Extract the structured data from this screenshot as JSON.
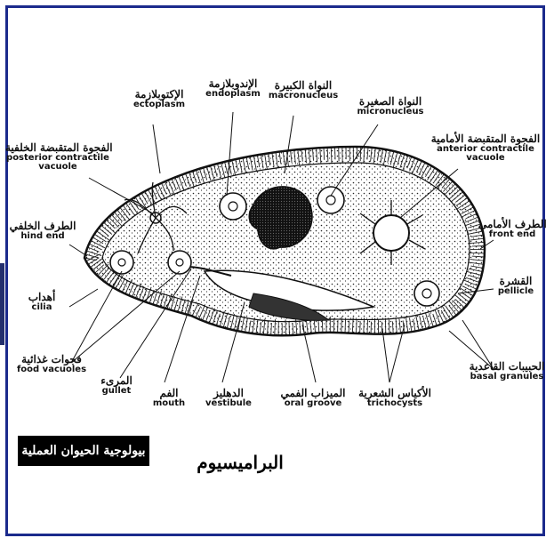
{
  "caption": "بيولوجية الحيوان العملية",
  "title": "البراميسيوم",
  "labels": {
    "ectoplasm": {
      "ar": "الإكتوبلازمة",
      "en": "ectoplasm"
    },
    "endoplasm": {
      "ar": "الإندوبلازمة",
      "en": "endoplasm"
    },
    "macronucleus": {
      "ar": "النواة الكبيرة",
      "en": "macronucleus"
    },
    "micronucleus": {
      "ar": "النواة الصغيرة",
      "en": "micronucleus"
    },
    "anterior_vacuole": {
      "ar": "الفجوة المتقبضة الأمامية",
      "en1": "anterior contractile",
      "en2": "vacuole"
    },
    "posterior_vacuole": {
      "ar": "الفجوة المتقبضة الخلفية",
      "en1": "posterior contractile",
      "en2": "vacuole"
    },
    "hind_end": {
      "ar": "الطرف الخلفي",
      "en": "hind end"
    },
    "front_end": {
      "ar": "الطرف الأمامي",
      "en": "front end"
    },
    "cilia": {
      "ar": "أهداب",
      "en": "cilia"
    },
    "pellicle": {
      "ar": "القشرة",
      "en": "pellicle"
    },
    "food_vacuoles": {
      "ar": "فجوات غذائية",
      "en": "food vacuoles"
    },
    "basal_granules": {
      "ar": "الحبيبات القاعدية",
      "en": "basal granules"
    },
    "gullet": {
      "ar": "المرىء",
      "en": "gullet"
    },
    "mouth": {
      "ar": "الفم",
      "en": "mouth"
    },
    "vestibule": {
      "ar": "الدهليز",
      "en": "vestibule"
    },
    "oral_groove": {
      "ar": "الميزاب الفمي",
      "en": "oral groove"
    },
    "trichocysts": {
      "ar": "الأكياس الشعرية",
      "en": "trichocysts"
    }
  }
}
